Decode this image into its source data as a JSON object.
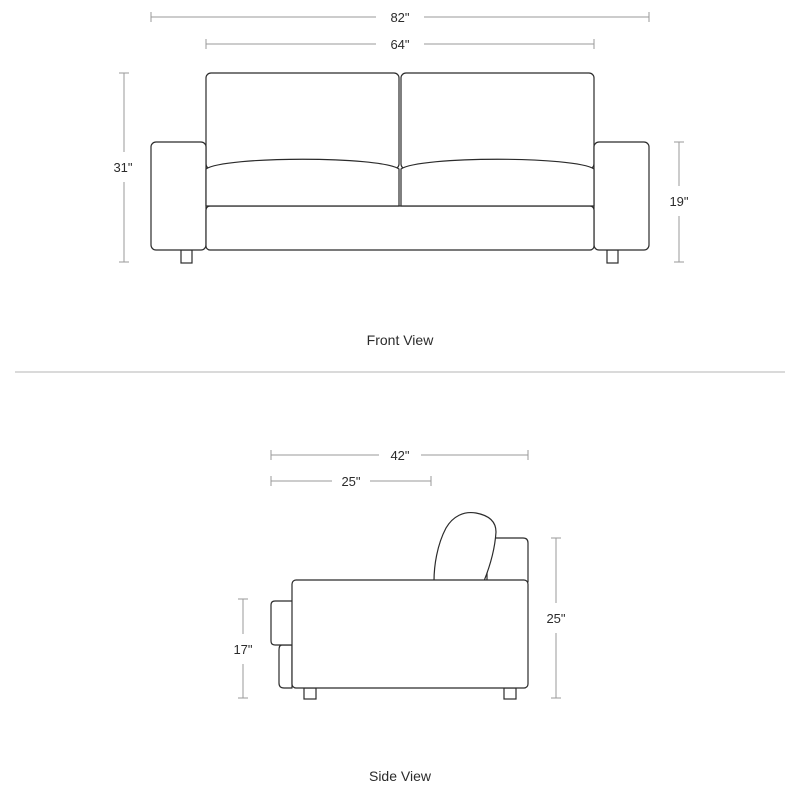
{
  "front_view": {
    "caption": "Front View",
    "dimensions": {
      "overall_width": "82\"",
      "seat_width": "64\"",
      "overall_height": "31\"",
      "arm_height": "19\""
    }
  },
  "side_view": {
    "caption": "Side View",
    "dimensions": {
      "overall_depth": "42\"",
      "seat_depth": "25\"",
      "seat_height": "17\"",
      "arm_height": "25\""
    }
  }
}
